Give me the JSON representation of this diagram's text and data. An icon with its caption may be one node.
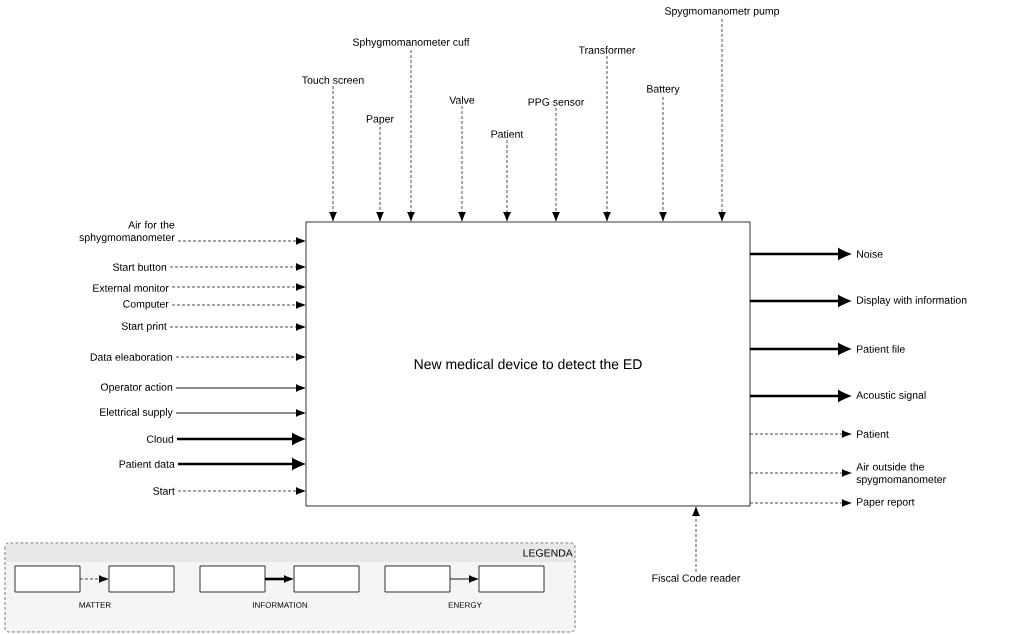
{
  "diagram": {
    "nodes": [
      {
        "text": [
          "New medical device to detect the ED"
        ]
      },
      {
        "text": [
          "Touch screen"
        ]
      },
      {
        "text": [
          "Paper"
        ]
      },
      {
        "text": [
          "Sphygmomanometer cuff"
        ]
      },
      {
        "text": [
          "Valve"
        ]
      },
      {
        "text": [
          "Patient"
        ]
      },
      {
        "text": [
          "PPG sensor"
        ]
      },
      {
        "text": [
          "Transformer"
        ]
      },
      {
        "text": [
          "Battery"
        ]
      },
      {
        "text": [
          "Spygmomanometr pump"
        ]
      },
      {
        "text": [
          "Air for the sphygmomanometer"
        ]
      },
      {
        "text": [
          "Start button"
        ]
      },
      {
        "text": [
          "External monitor"
        ]
      },
      {
        "text": [
          "Computer"
        ]
      },
      {
        "text": [
          "Start print"
        ]
      },
      {
        "text": [
          "Data eleaboration"
        ]
      },
      {
        "text": [
          "Operator action"
        ]
      },
      {
        "text": [
          "Elettrical supply"
        ]
      },
      {
        "text": [
          "Cloud"
        ]
      },
      {
        "text": [
          "Patient data"
        ]
      },
      {
        "text": [
          "Start"
        ]
      },
      {
        "text": [
          "Noise"
        ]
      },
      {
        "text": [
          "Display with information"
        ]
      },
      {
        "text": [
          "Patient file"
        ]
      },
      {
        "text": [
          "Acoustic signal"
        ]
      },
      {
        "text": [
          "Patient"
        ]
      },
      {
        "text": [
          "Air outside the spygmomanometer"
        ]
      },
      {
        "text": [
          "Paper report"
        ]
      },
      {
        "text": [
          "Fiscal Code reader"
        ]
      }
    ],
    "edges": [
      {
        "from": 1,
        "to": 0,
        "arrow": "to",
        "style": "dashed"
      },
      {
        "from": 2,
        "to": 0,
        "arrow": "to",
        "style": "dashed"
      },
      {
        "from": 3,
        "to": 0,
        "arrow": "to",
        "style": "dashed"
      },
      {
        "from": 4,
        "to": 0,
        "arrow": "to",
        "style": "dashed"
      },
      {
        "from": 5,
        "to": 0,
        "arrow": "to",
        "style": "dashed"
      },
      {
        "from": 6,
        "to": 0,
        "arrow": "to",
        "style": "dashed"
      },
      {
        "from": 7,
        "to": 0,
        "arrow": "to",
        "style": "dashed"
      },
      {
        "from": 8,
        "to": 0,
        "arrow": "to",
        "style": "dashed"
      },
      {
        "from": 9,
        "to": 0,
        "arrow": "to",
        "style": "dashed"
      },
      {
        "from": 10,
        "to": 0,
        "arrow": "to",
        "style": "dashed"
      },
      {
        "from": 11,
        "to": 0,
        "arrow": "to",
        "style": "dashed"
      },
      {
        "from": 12,
        "to": 0,
        "arrow": "to",
        "style": "dashed"
      },
      {
        "from": 13,
        "to": 0,
        "arrow": "to",
        "style": "dashed"
      },
      {
        "from": 14,
        "to": 0,
        "arrow": "to",
        "style": "dashed"
      },
      {
        "from": 15,
        "to": 0,
        "arrow": "to",
        "style": "dashed"
      },
      {
        "from": 16,
        "to": 0,
        "arrow": "to"
      },
      {
        "from": 17,
        "to": 0,
        "arrow": "to"
      },
      {
        "from": 18,
        "to": 0,
        "arrow": "to",
        "style": "thick"
      },
      {
        "from": 19,
        "to": 0,
        "arrow": "to",
        "style": "thick"
      },
      {
        "from": 20,
        "to": 0,
        "arrow": "to",
        "style": "dashed"
      },
      {
        "from": 0,
        "to": 21,
        "arrow": "to",
        "style": "thick"
      },
      {
        "from": 0,
        "to": 22,
        "arrow": "to",
        "style": "thick"
      },
      {
        "from": 0,
        "to": 23,
        "arrow": "to",
        "style": "thick"
      },
      {
        "from": 0,
        "to": 24,
        "arrow": "to",
        "style": "thick"
      },
      {
        "from": 0,
        "to": 25,
        "arrow": "to",
        "style": "dashed"
      },
      {
        "from": 0,
        "to": 26,
        "arrow": "to",
        "style": "dashed"
      },
      {
        "from": 0,
        "to": 27,
        "arrow": "to",
        "style": "dashed"
      },
      {
        "from": 28,
        "to": 0,
        "arrow": "to",
        "style": "dashed"
      }
    ],
    "labels": [
      "LEGENDA"
    ],
    "legend": [
      {
        "text": "MATTER"
      },
      {
        "text": "INFORMATION"
      },
      {
        "text": "ENERGY"
      }
    ]
  }
}
